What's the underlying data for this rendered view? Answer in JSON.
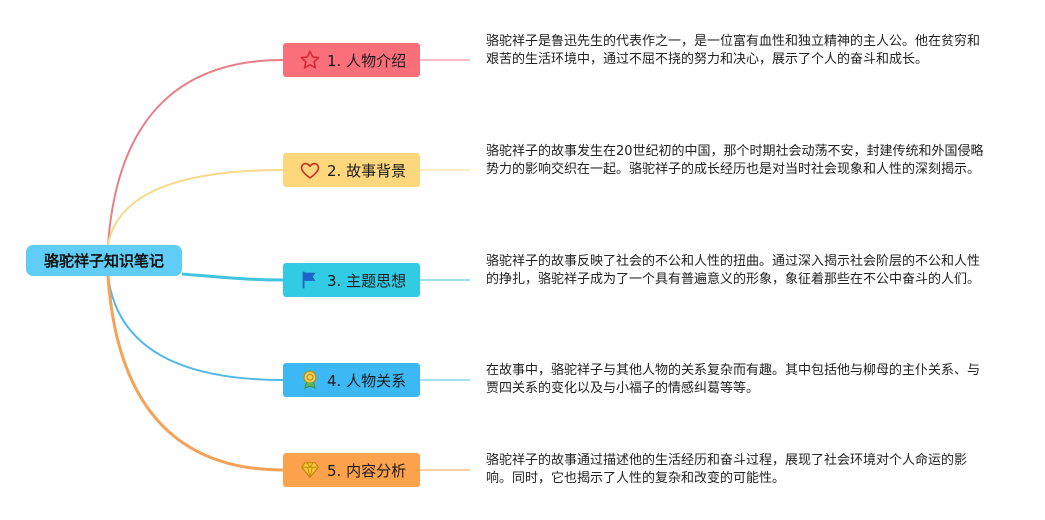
{
  "mindmap": {
    "root": {
      "label": "骆驼祥子知识笔记",
      "color": "#5fcdf5"
    },
    "branches": [
      {
        "label": "1. 人物介绍",
        "icon": "star-icon",
        "color": "#fb6f7a",
        "line_color": "#e97d86",
        "note": "骆驼祥子是鲁迅先生的代表作之一，是一位富有血性和独立精神的主人公。他在贫穷和艰苦的生活环境中，通过不屈不挠的努力和决心，展示了个人的奋斗和成长。"
      },
      {
        "label": "2. 故事背景",
        "icon": "heart-icon",
        "color": "#fed67c",
        "line_color": "#f7d98c",
        "note": "骆驼祥子的故事发生在20世纪初的中国，那个时期社会动荡不安，封建传统和外国侵略势力的影响交织在一起。骆驼祥子的成长经历也是对当时社会现象和人性的深刻揭示。"
      },
      {
        "label": "3. 主题思想",
        "icon": "flag-icon",
        "color": "#32cbe4",
        "line_color": "#3fc6de",
        "note": "骆驼祥子的故事反映了社会的不公和人性的扭曲。通过深入揭示社会阶层的不公和人性的挣扎，骆驼祥子成为了一个具有普遍意义的形象，象征着那些在不公中奋斗的人们。"
      },
      {
        "label": "4. 人物关系",
        "icon": "medal-icon",
        "color": "#3cb9f5",
        "line_color": "#4eb9e8",
        "note": "在故事中，骆驼祥子与其他人物的关系复杂而有趣。其中包括他与柳母的主仆关系、与贾四关系的变化以及与小福子的情感纠葛等等。"
      },
      {
        "label": "5. 内容分析",
        "icon": "diamond-icon",
        "color": "#fca14c",
        "line_color": "#f3a257",
        "note": "骆驼祥子的故事通过描述他的生活经历和奋斗过程，展现了社会环境对个人命运的影响。同时，它也揭示了人性的复杂和改变的可能性。"
      }
    ]
  }
}
